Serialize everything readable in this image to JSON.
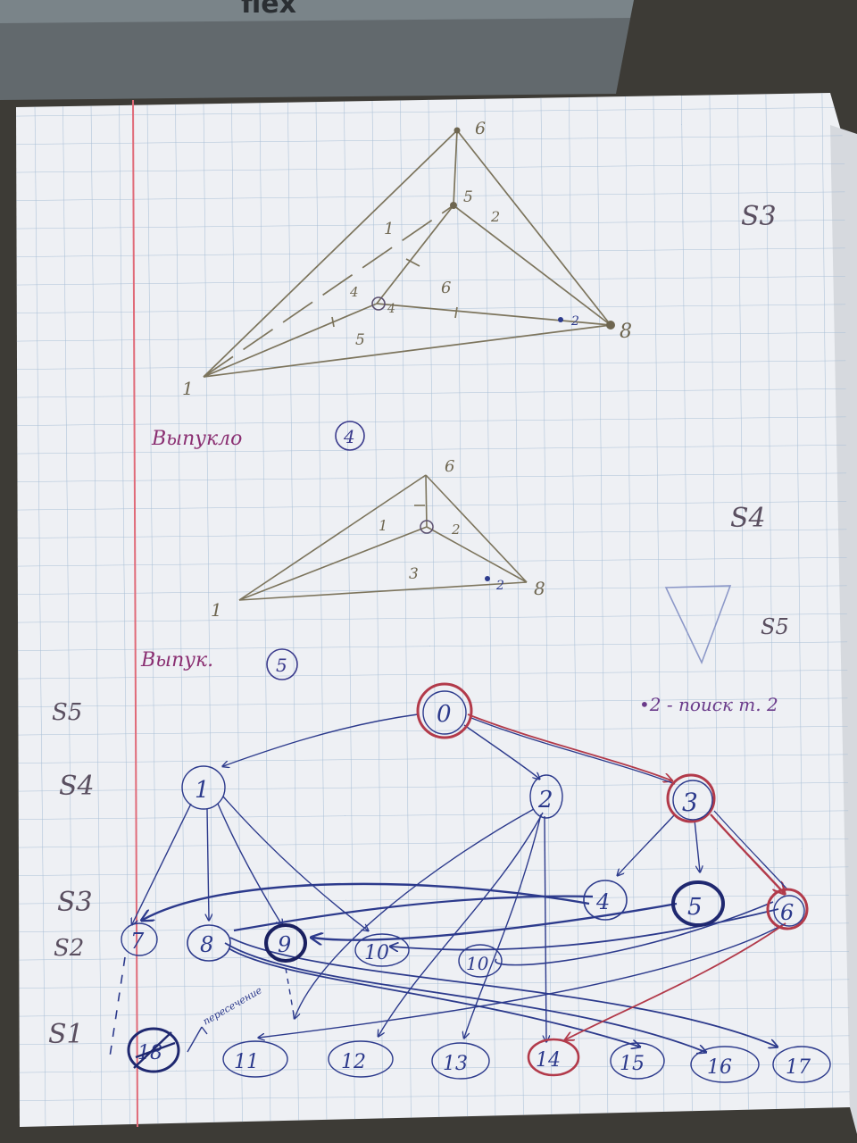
{
  "colors": {
    "desk": "#3d3b36",
    "paper": "#eef0f4",
    "grid": "#a9bfd6",
    "margin_line": "#e06a78",
    "pencil": "#7c745c",
    "pen_blue": "#2c3a8c",
    "pen_red": "#b23a4a",
    "pen_magenta": "#8a2f72"
  },
  "ruler_text": "flex",
  "page_labels": {
    "s3": "S3",
    "s4": "S4",
    "s5": "S5",
    "vypukloe": "Выпукло",
    "vypukl": "Выпук.",
    "circled_4": "4",
    "circled_5": "5",
    "legend": "•2 - поиск т. 2"
  },
  "triangle_top": {
    "vertex_1": "1",
    "vertex_6": "6",
    "vertex_8": "8",
    "vertex_5": "5",
    "point_4": "4",
    "point_2": "2",
    "edge_1": "1",
    "edge_2": "2",
    "edge_5": "5",
    "edge_6": "6",
    "edge_4": "4"
  },
  "triangle_mid": {
    "vertex_1": "1",
    "vertex_6": "6",
    "vertex_8": "8",
    "point_2": "2",
    "edge_1": "1",
    "edge_2": "2",
    "edge_3": "3"
  },
  "level_labels": [
    "S5",
    "S4",
    "S3",
    "S2",
    "S1"
  ],
  "tree_nodes": {
    "n0": "0",
    "n1": "1",
    "n2": "2",
    "n3": "3",
    "n4": "4",
    "n5": "5",
    "n6": "6",
    "n7": "7",
    "n8": "8",
    "n9": "9",
    "n10": "10",
    "n10b": "10",
    "n11": "11",
    "n12": "12",
    "n13": "13",
    "n14": "14",
    "n15": "15",
    "n16": "16",
    "n17": "17",
    "n18": "18"
  },
  "note_peresechenie": "пересечение"
}
